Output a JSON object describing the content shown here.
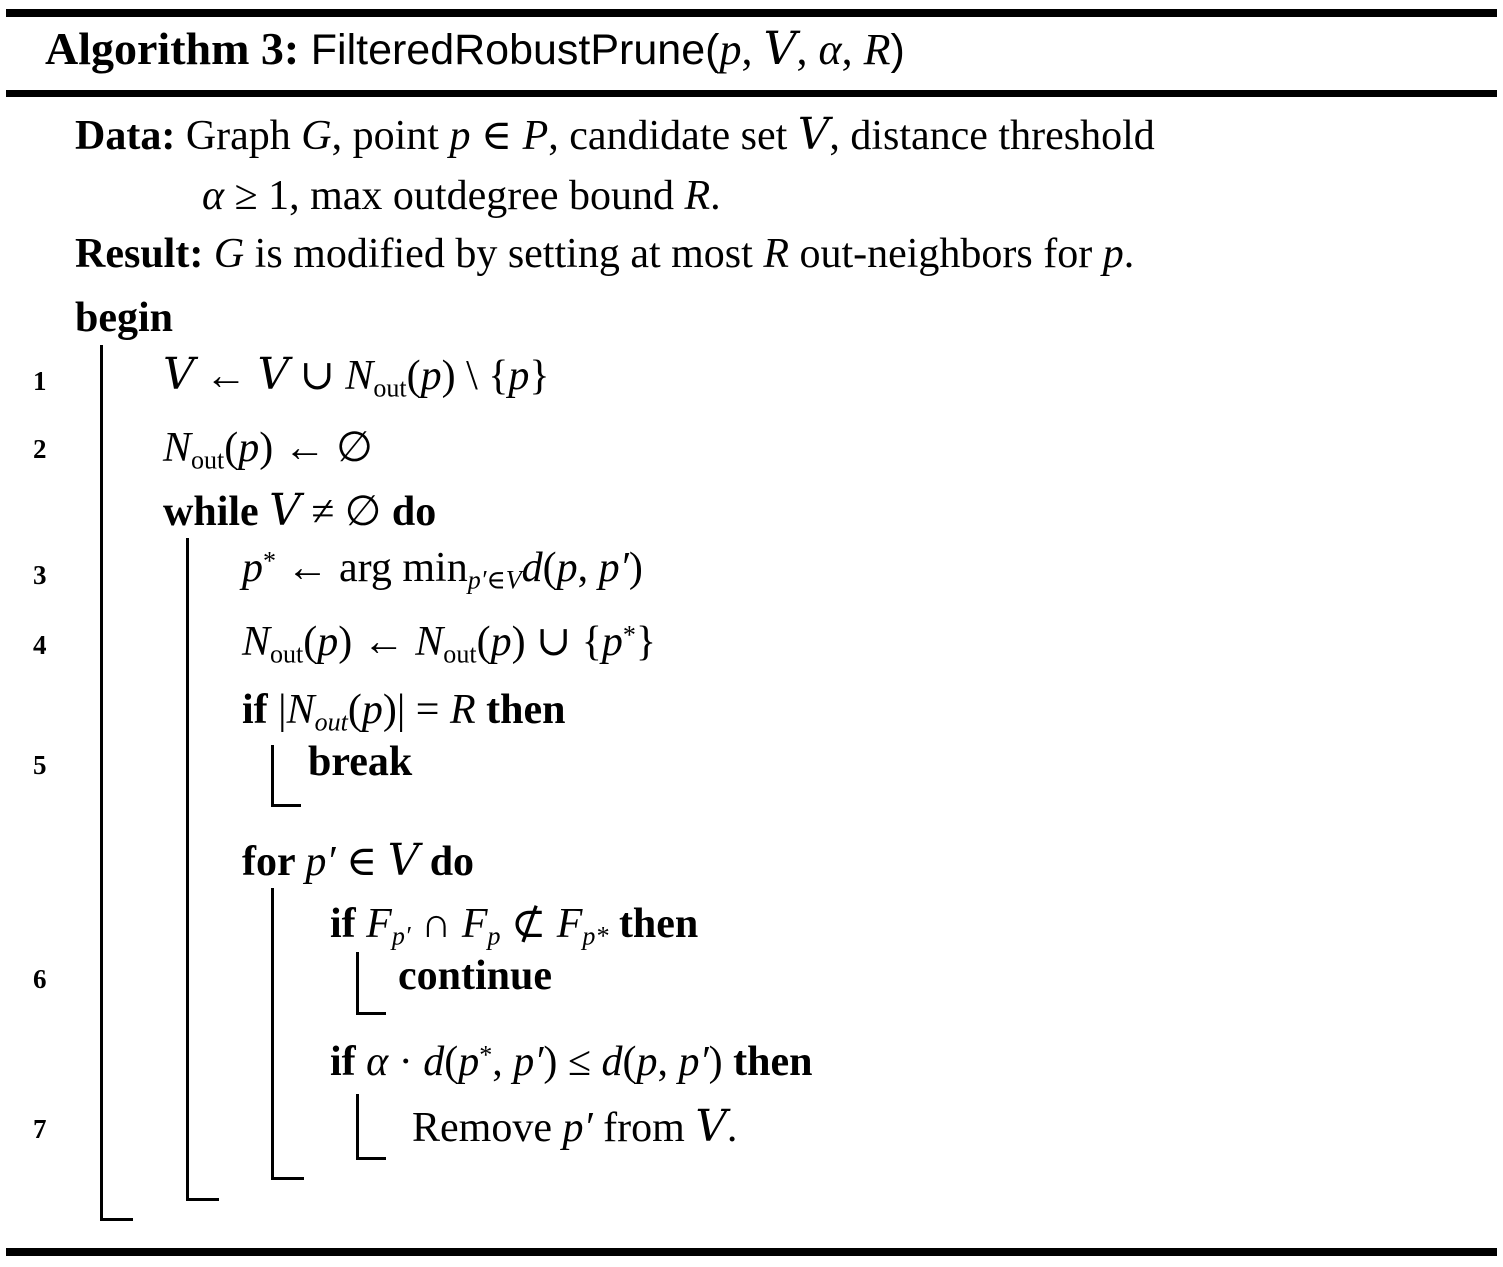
{
  "algorithm": {
    "number_label": "Algorithm 3:",
    "procedure_name": "FilteredRobustPrune",
    "arguments": "(p, V, α, R)"
  },
  "title": {
    "segs": [
      [
        "tbf",
        "Algorithm 3: "
      ],
      [
        "tsf",
        "FilteredRobustPrune("
      ],
      [
        "it",
        "p"
      ],
      [
        "rm",
        ", "
      ],
      [
        "cal",
        "V"
      ],
      [
        "rm",
        ", "
      ],
      [
        "it",
        "α"
      ],
      [
        "rm",
        ", "
      ],
      [
        "it",
        "R"
      ],
      [
        "tsf",
        ")"
      ]
    ]
  },
  "preamble": {
    "data_line1": {
      "segs": [
        [
          "bf",
          "Data: "
        ],
        [
          "rm",
          "Graph "
        ],
        [
          "it",
          "G"
        ],
        [
          "rm",
          ", point "
        ],
        [
          "it",
          "p"
        ],
        [
          "rm",
          " ∈ "
        ],
        [
          "it",
          "P"
        ],
        [
          "rm",
          ", candidate set "
        ],
        [
          "cal",
          "V"
        ],
        [
          "rm",
          ", distance threshold"
        ]
      ]
    },
    "data_line2": {
      "segs": [
        [
          "it",
          "α"
        ],
        [
          "rm",
          " ≥ 1, max outdegree bound "
        ],
        [
          "it",
          "R"
        ],
        [
          "rm",
          "."
        ]
      ]
    },
    "result_line": {
      "segs": [
        [
          "bf",
          "Result: "
        ],
        [
          "it",
          "G"
        ],
        [
          "rm",
          " is modified by setting at most "
        ],
        [
          "it",
          "R"
        ],
        [
          "rm",
          " out-neighbors for "
        ],
        [
          "it",
          "p"
        ],
        [
          "rm",
          "."
        ]
      ]
    },
    "begin_line": {
      "segs": [
        [
          "bf",
          "begin"
        ]
      ]
    }
  },
  "lines": [
    {
      "num": "1",
      "segs": [
        [
          "cal",
          "V"
        ],
        [
          "rm",
          " ← "
        ],
        [
          "cal",
          "V"
        ],
        [
          "rm",
          " ∪ "
        ],
        [
          "it",
          "N"
        ],
        [
          "sub",
          "out"
        ],
        [
          "rm",
          "("
        ],
        [
          "it",
          "p"
        ],
        [
          "rm",
          ") \\ {"
        ],
        [
          "it",
          "p"
        ],
        [
          "rm",
          "}"
        ]
      ]
    },
    {
      "num": "2",
      "segs": [
        [
          "it",
          "N"
        ],
        [
          "sub",
          "out"
        ],
        [
          "rm",
          "("
        ],
        [
          "it",
          "p"
        ],
        [
          "rm",
          ") ← ∅"
        ]
      ]
    },
    {
      "num": "",
      "segs": [
        [
          "bf",
          "while "
        ],
        [
          "cal",
          "V"
        ],
        [
          "rm",
          " ≠ ∅ "
        ],
        [
          "bf",
          "do"
        ]
      ]
    },
    {
      "num": "3",
      "segs": [
        [
          "it",
          "p"
        ],
        [
          "sup",
          "*"
        ],
        [
          "rm",
          " ← arg min"
        ],
        [
          "subit",
          "p′∈V"
        ],
        [
          "it",
          "d"
        ],
        [
          "rm",
          "("
        ],
        [
          "it",
          "p"
        ],
        [
          "rm",
          ", "
        ],
        [
          "it",
          "p′"
        ],
        [
          "rm",
          ")"
        ]
      ]
    },
    {
      "num": "4",
      "segs": [
        [
          "it",
          "N"
        ],
        [
          "sub",
          "out"
        ],
        [
          "rm",
          "("
        ],
        [
          "it",
          "p"
        ],
        [
          "rm",
          ") ← "
        ],
        [
          "it",
          "N"
        ],
        [
          "sub",
          "out"
        ],
        [
          "rm",
          "("
        ],
        [
          "it",
          "p"
        ],
        [
          "rm",
          ") ∪ {"
        ],
        [
          "it",
          "p"
        ],
        [
          "sup",
          "*"
        ],
        [
          "rm",
          "}"
        ]
      ]
    },
    {
      "num": "",
      "segs": [
        [
          "bf",
          "if "
        ],
        [
          "rm",
          "|"
        ],
        [
          "it",
          "N"
        ],
        [
          "subit",
          "out"
        ],
        [
          "rm",
          "("
        ],
        [
          "it",
          "p"
        ],
        [
          "rm",
          ")| = "
        ],
        [
          "it",
          "R"
        ],
        [
          "bf",
          " then"
        ]
      ]
    },
    {
      "num": "5",
      "segs": [
        [
          "bf",
          "break"
        ]
      ]
    },
    {
      "num": "",
      "segs": [
        [
          "bf",
          "for "
        ],
        [
          "it",
          "p′"
        ],
        [
          "rm",
          " ∈ "
        ],
        [
          "cal",
          "V"
        ],
        [
          "bf",
          " do"
        ]
      ]
    },
    {
      "num": "",
      "segs": [
        [
          "bf",
          "if "
        ],
        [
          "it",
          "F"
        ],
        [
          "subit",
          "p′"
        ],
        [
          "rm",
          " ∩ "
        ],
        [
          "it",
          "F"
        ],
        [
          "subit",
          "p"
        ],
        [
          "rm",
          " ⊄ "
        ],
        [
          "it",
          "F"
        ],
        [
          "subit",
          "p*"
        ],
        [
          "bf",
          " then"
        ]
      ]
    },
    {
      "num": "6",
      "segs": [
        [
          "bf",
          "continue"
        ]
      ]
    },
    {
      "num": "",
      "segs": [
        [
          "bf",
          "if "
        ],
        [
          "it",
          "α"
        ],
        [
          "rm",
          " · "
        ],
        [
          "it",
          "d"
        ],
        [
          "rm",
          "("
        ],
        [
          "it",
          "p"
        ],
        [
          "sup",
          "*"
        ],
        [
          "rm",
          ", "
        ],
        [
          "it",
          "p′"
        ],
        [
          "rm",
          ") ≤ "
        ],
        [
          "it",
          "d"
        ],
        [
          "rm",
          "("
        ],
        [
          "it",
          "p"
        ],
        [
          "rm",
          ", "
        ],
        [
          "it",
          "p′"
        ],
        [
          "rm",
          ") "
        ],
        [
          "bf",
          "then"
        ]
      ]
    },
    {
      "num": "7",
      "segs": [
        [
          "rm",
          "Remove "
        ],
        [
          "it",
          "p′"
        ],
        [
          "rm",
          " from "
        ],
        [
          "cal",
          "V"
        ],
        [
          "rm",
          "."
        ]
      ]
    }
  ],
  "colors": {
    "ink": "#000000",
    "background": "#ffffff"
  }
}
